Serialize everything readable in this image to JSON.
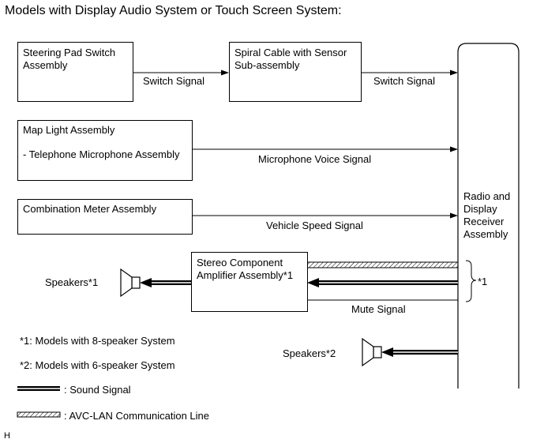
{
  "title": "Models with Display Audio System or Touch Screen System:",
  "boxes": {
    "steering_pad": "Steering Pad Switch\nAssembly",
    "spiral_cable": "Spiral Cable with Sensor\nSub-assembly",
    "map_light": "Map Light Assembly",
    "telephone_mic": "- Telephone Microphone Assembly",
    "combination_meter": "Combination Meter Assembly",
    "stereo_amp": "Stereo Component\nAmplifier Assembly*1",
    "radio_receiver": "Radio and\nDisplay\nReceiver\nAssembly"
  },
  "signals": {
    "switch_signal_1": "Switch Signal",
    "switch_signal_2": "Switch Signal",
    "microphone_voice": "Microphone Voice Signal",
    "vehicle_speed": "Vehicle Speed Signal",
    "mute": "Mute Signal"
  },
  "speakers": {
    "speakers_1": "Speakers*1",
    "speakers_2": "Speakers*2"
  },
  "brace_label": "*1",
  "notes": {
    "note_1": "*1: Models with 8-speaker System",
    "note_2": "*2: Models with 6-speaker System"
  },
  "legend": {
    "sound_signal": ": Sound Signal",
    "avc_lan": ": AVC-LAN Communication Line"
  },
  "figure_code": "H",
  "icons": {
    "speaker": "speaker-icon",
    "arrow": "arrow-icon"
  }
}
